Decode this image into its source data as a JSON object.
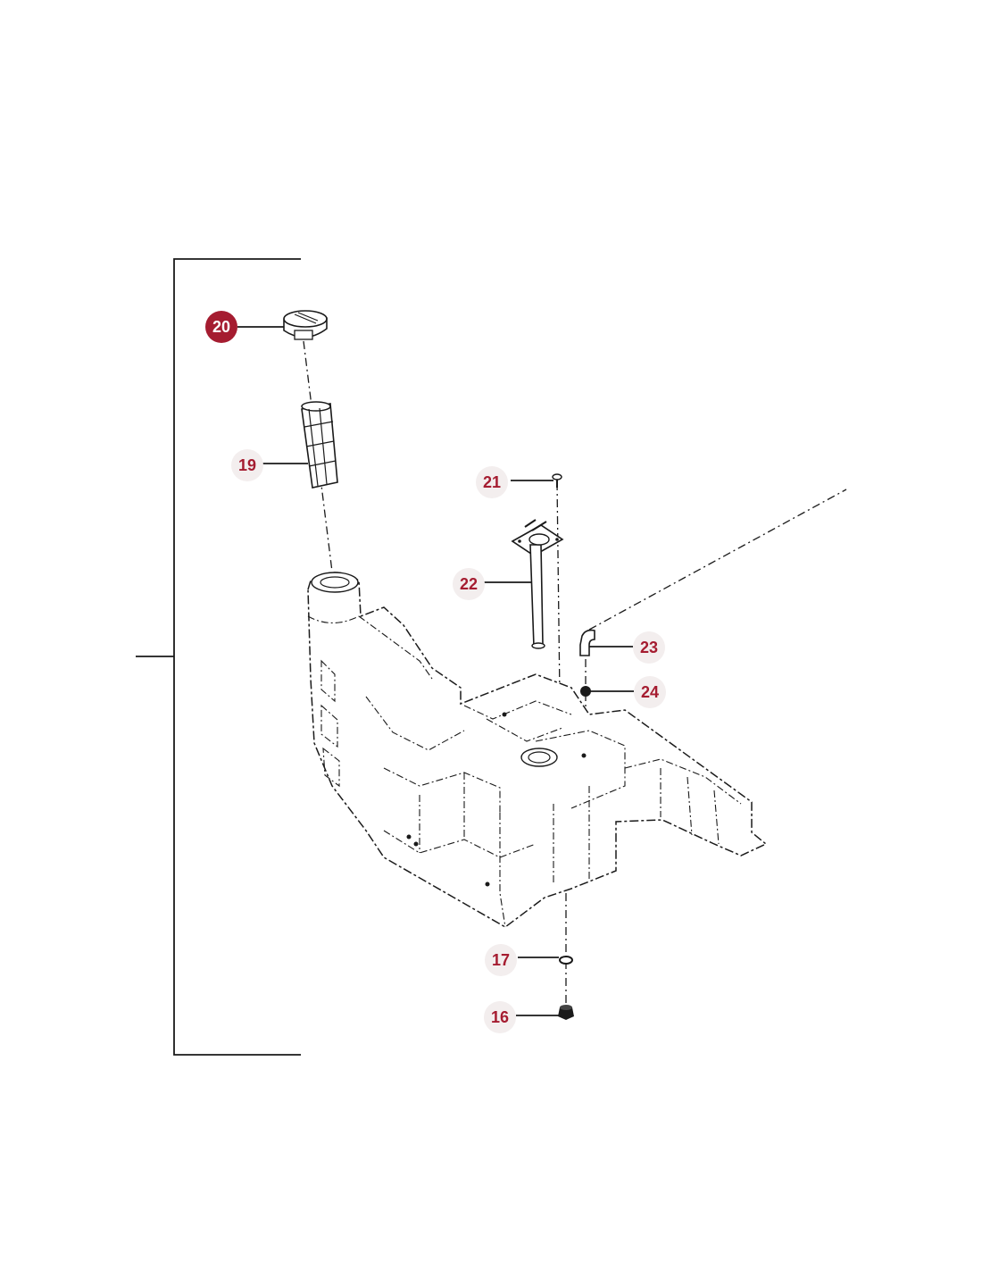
{
  "diagram": {
    "callouts": [
      {
        "id": "20",
        "label": "20",
        "selected": true
      },
      {
        "id": "19",
        "label": "19",
        "selected": false
      },
      {
        "id": "21",
        "label": "21",
        "selected": false
      },
      {
        "id": "22",
        "label": "22",
        "selected": false
      },
      {
        "id": "23",
        "label": "23",
        "selected": false
      },
      {
        "id": "24",
        "label": "24",
        "selected": false
      },
      {
        "id": "17",
        "label": "17",
        "selected": false
      },
      {
        "id": "16",
        "label": "16",
        "selected": false
      }
    ],
    "colors": {
      "selected_fill": "#a51c30",
      "selected_text": "#ffffff",
      "normal_fill": "#f3eeee",
      "normal_text": "#a51c30",
      "line": "#1a1a1a"
    },
    "icons": {
      "cap": "fuel-cap-icon",
      "strainer": "filler-strainer-icon",
      "screw": "screw-icon",
      "sender": "fuel-level-sender-icon",
      "elbow": "hose-elbow-icon",
      "grommet": "grommet-icon",
      "washer": "washer-icon",
      "plug": "drain-plug-icon",
      "tank": "fuel-tank-icon"
    }
  }
}
